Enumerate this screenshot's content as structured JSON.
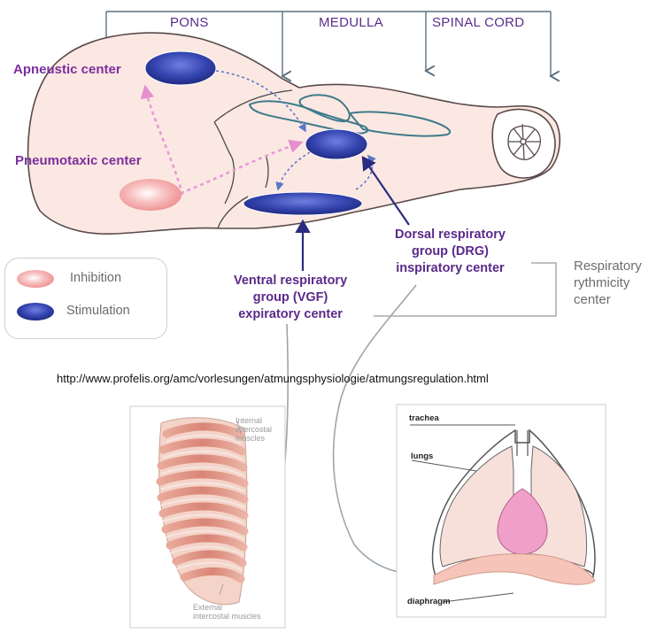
{
  "regions": {
    "pons": "PONS",
    "medulla": "MEDULLA",
    "spinal_cord": "SPINAL CORD"
  },
  "centers": {
    "apneustic": "Apneustic center",
    "pneumotaxic": "Pneumotaxic center"
  },
  "groups": {
    "dorsal": [
      "Dorsal respiratory",
      "group (DRG)",
      "inspiratory center"
    ],
    "ventral": [
      "Ventral respiratory",
      "group (VGF)",
      "expiratory center"
    ],
    "rhythmicity": [
      "Respiratory",
      "rythmicity",
      "center"
    ]
  },
  "legend": {
    "inhibition": "Inhibition",
    "stimulation": "Stimulation"
  },
  "source_url": "http://www.profelis.org/amc/vorlesungen/atmungsphysiologie/atmungsregulation.html",
  "ribcage": {
    "internal": [
      "Internal",
      "intercostal",
      "muscles"
    ],
    "external": [
      "External",
      "intercostal muscles"
    ]
  },
  "lungs_panel": {
    "trachea": "trachea",
    "lungs": "lungs",
    "diaphragm": "diaphragm"
  },
  "colors": {
    "inhibition": "#f3a6a6",
    "stimulation": "#2f3fa8",
    "brainstem_fill": "#fbe8e2",
    "label_purple": "#7b2f9e"
  }
}
